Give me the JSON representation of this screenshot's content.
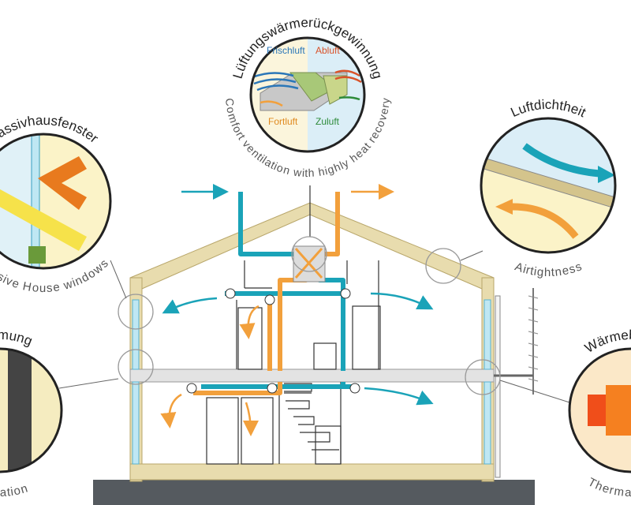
{
  "ventilation": {
    "arc_title": "Lüftungswärmerückgewinnung",
    "arc_subtitle": "Comfort ventilation with highly heat recovery",
    "fresh_air": "Frischluft",
    "exhaust_air": "Abluft",
    "outgoing_air": "Fortluft",
    "supply_air": "Zuluft"
  },
  "windows": {
    "arc_title": "Passivhausfenster",
    "arc_subtitle": "Passive House windows"
  },
  "airtightness": {
    "arc_title": "Luftdichtheit",
    "arc_subtitle": "Airtightness"
  },
  "insulation": {
    "arc_title": "Dämmung",
    "arc_subtitle": "Insulation"
  },
  "thermal_bridge": {
    "arc_title": "Wärmebrücken",
    "arc_subtitle": "Thermal-bridge"
  },
  "colors": {
    "fresh_air": "#1aa3b8",
    "exhaust_air": "#f2a03c",
    "wall": "#e8dcae",
    "wall_edge": "#b8a66a",
    "ground": "#555a5f",
    "supply_label": "#2e8b3a",
    "exhaust_label": "#d9532a",
    "fresh_label": "#2b77b8"
  }
}
